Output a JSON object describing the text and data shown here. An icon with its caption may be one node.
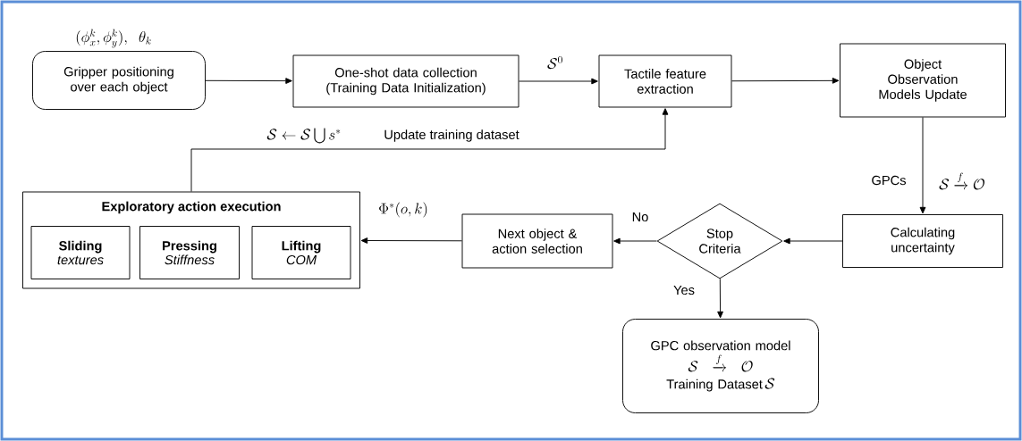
{
  "diagram": {
    "nodes": [
      {
        "text": [
          "Gripper positioning over each object"
        ],
        "beside": [
          "(\\phi_x^k,\\phi_y^k),\\ \\ \\theta_k"
        ]
      },
      {
        "text": [
          "One-shot data collection (Training Data Initialization)"
        ]
      },
      {
        "text": [
          "Tactile feature extraction"
        ]
      },
      {
        "text": [
          "Object Observation Models Update"
        ]
      },
      {
        "text": [
          "Calculating uncertainty"
        ]
      },
      {
        "text": [
          "Stop Criteria"
        ]
      },
      {
        "text": [
          "Next object & action selection"
        ]
      },
      {
        "text": [
          "Exploratory action execution"
        ]
      },
      {
        "text": [
          "Sliding",
          "textures"
        ],
        "in": 7
      },
      {
        "text": [
          "Pressing",
          "Stiffness"
        ],
        "in": 7
      },
      {
        "text": [
          "Lifting",
          "COM"
        ],
        "in": 7
      },
      {
        "text": [
          "GPC observation model",
          "\\mathcal{S}\\xrightarrow{f}\\mathcal{O}",
          "Training Dataset",
          "\\mathcal{S}"
        ]
      }
    ],
    "edges": [
      {
        "from": 0,
        "to": 1,
        "arrow": "to"
      },
      {
        "from": 1,
        "to": 2,
        "arrow": "to",
        "label": "\\mathcal{S}^0"
      },
      {
        "from": 2,
        "to": 3,
        "arrow": "to"
      },
      {
        "from": 3,
        "to": 4,
        "arrow": "to",
        "label": "GPCs"
      },
      {
        "from": 4,
        "to": 5,
        "arrow": "to"
      },
      {
        "from": 5,
        "to": 6,
        "arrow": "to",
        "label": "No"
      },
      {
        "from": 5,
        "to": 11,
        "arrow": "to",
        "label": "Yes"
      },
      {
        "from": 6,
        "to": 7,
        "arrow": "to",
        "label": "\\Phi^*(o,k)"
      },
      {
        "from": 7,
        "to": 2,
        "arrow": "to",
        "label": "Update training dataset"
      }
    ],
    "labels": [
      "\\mathcal{S}\\xrightarrow{f}\\mathcal{O}",
      "\\mathcal{S}\\leftarrow\\mathcal{S}\\bigcup s^*"
    ]
  }
}
